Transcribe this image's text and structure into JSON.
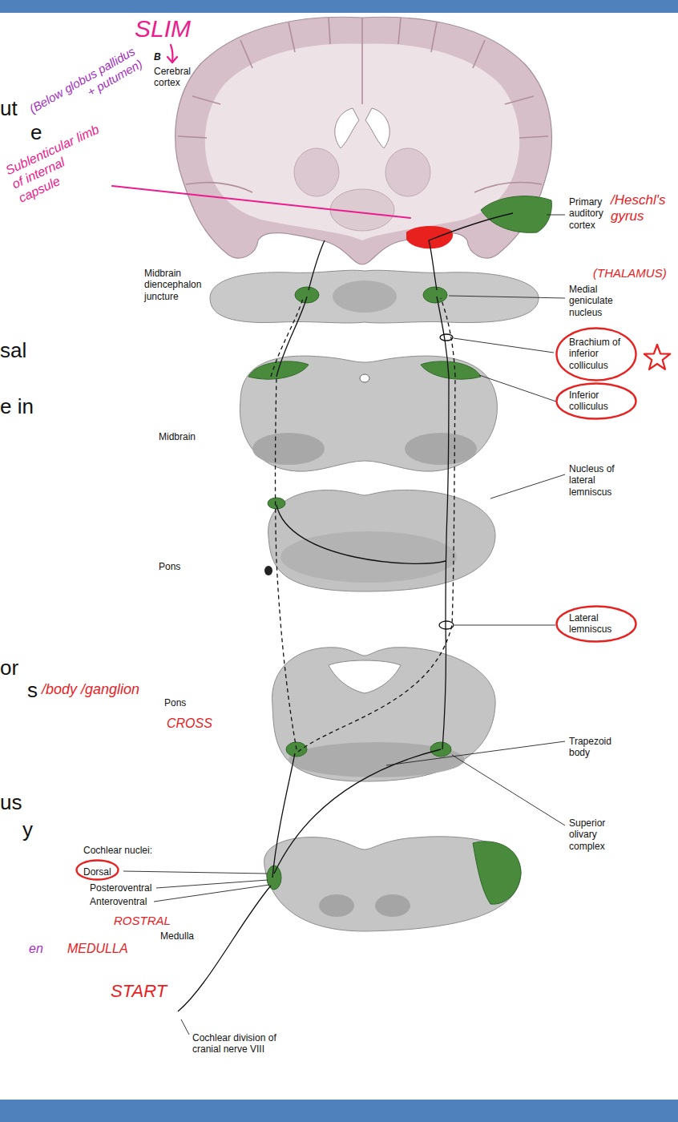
{
  "diagram": {
    "nodes": [
      {
        "text": [
          "Brachium of inferior colliculus"
        ]
      },
      {
        "text": [
          "Inferior colliculus"
        ]
      },
      {
        "text": [
          "Lateral lemniscus"
        ]
      },
      {
        "text": [
          "Dorsal"
        ]
      }
    ],
    "labels": [
      "SLIM",
      "B",
      "Cerebral cortex",
      "ut",
      "(Below globus pallidus + putumen)",
      "e",
      "Sublenticular limb of internal capsule",
      "Primary auditory cortex",
      "/Heschl's gyrus",
      "Midbrain diencephalon juncture",
      "(THALAMUS)",
      "Medial geniculate nucleus",
      "sal",
      "e in",
      "Midbrain",
      "Nucleus of lateral lemniscus",
      "Pons",
      "or",
      "s",
      "/body /ganglion",
      "Pons",
      "CROSS",
      "Trapezoid body",
      "us",
      "Superior olivary complex",
      "y",
      "Cochlear nuclei:",
      "Posteroventral",
      "Anteroventral",
      "ROSTRAL",
      "Medulla",
      "en",
      "MEDULLA",
      "START",
      "Cochlear division of cranial nerve VIII"
    ]
  }
}
